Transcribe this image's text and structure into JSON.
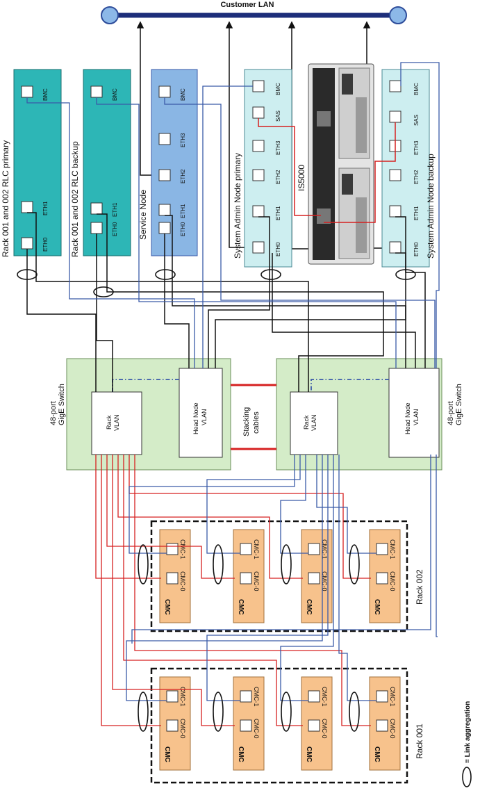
{
  "title": "Customer LAN",
  "nodes": {
    "rlc_primary": {
      "title": "Rack 001 and 002 RLC primary",
      "ports": [
        "BMC",
        "ETH1",
        "ETH0"
      ]
    },
    "rlc_backup": {
      "title": "Rack 001 and 002 RLC backup",
      "ports": [
        "BMC",
        "ETH1",
        "ETH0"
      ]
    },
    "service": {
      "title": "Service Node",
      "ports": [
        "BMC",
        "ETH3",
        "ETH2",
        "ETH1",
        "ETH0"
      ]
    },
    "admin_primary": {
      "title": "System Admin Node primary",
      "ports": [
        "BMC",
        "SAS",
        "ETH3",
        "ETH2",
        "ETH1",
        "ETH0"
      ]
    },
    "admin_backup": {
      "title": "System Admin Node backup",
      "ports": [
        "BMC",
        "SAS",
        "ETH3",
        "ETH2",
        "ETH1",
        "ETH0"
      ]
    }
  },
  "storage": {
    "label": "IS5000"
  },
  "switches": [
    {
      "title_line1": "48-port",
      "title_line2": "GigE Switch",
      "rack_vlan": [
        "Rack",
        "VLAN"
      ],
      "head_vlan": [
        "Head Node",
        "VLAN"
      ]
    },
    {
      "title_line1": "48-port",
      "title_line2": "GigE Switch",
      "rack_vlan": [
        "Rack",
        "VLAN"
      ],
      "head_vlan": [
        "Head Node",
        "VLAN"
      ]
    }
  ],
  "stacking": {
    "line1": "Stacking",
    "line2": "cables"
  },
  "cmc": {
    "label": "CMC",
    "port0": "CMC-0",
    "port1": "CMC-1"
  },
  "racks": [
    {
      "label": "Rack 002"
    },
    {
      "label": "Rack 001"
    }
  ],
  "legend": {
    "text": "= Link aggregation"
  },
  "colors": {
    "teal": "#2db6b6",
    "service_blue": "#8ab6e4",
    "admin_light": "#cdeef0",
    "switch_green": "#d4ecc8",
    "cmc_orange": "#f7c28c",
    "lan_bar": "#1d2e7a",
    "cable_red": "#d62020",
    "cable_blue": "#3a5aa8",
    "cable_black": "#111111"
  }
}
